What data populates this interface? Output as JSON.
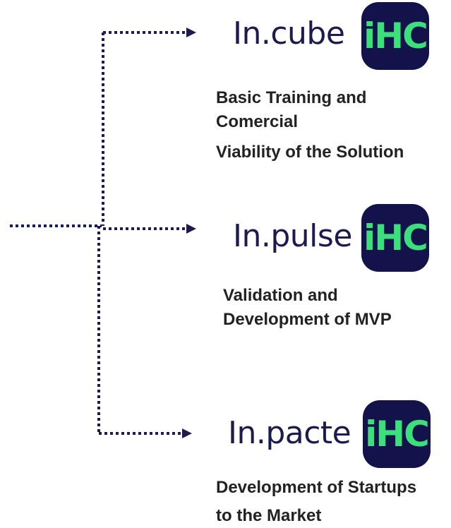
{
  "programs": [
    {
      "name": "In.cube",
      "logo_text": "iHC",
      "description": [
        "Basic Training and",
        "Comercial",
        "Viability of the Solution"
      ]
    },
    {
      "name": "In.pulse",
      "logo_text": "iHC",
      "description": [
        "Validation and",
        "Development of MVP"
      ]
    },
    {
      "name": "In.pacte",
      "logo_text": "iHC",
      "description": [
        "Development of Startups",
        "to the Market"
      ]
    }
  ],
  "colors": {
    "connector": "#1c1a4e",
    "logo_bg": "#14124a",
    "logo_text": "#3be07a",
    "text": "#222222"
  }
}
